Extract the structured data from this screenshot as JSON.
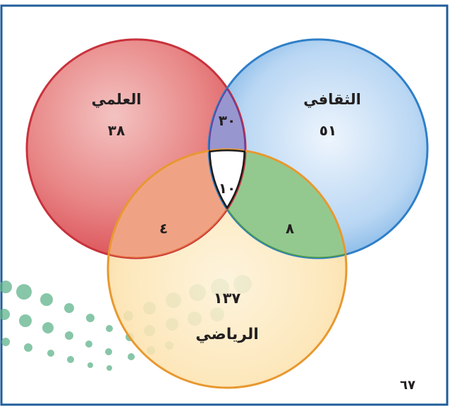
{
  "diagram": {
    "circles": [
      {
        "id": "scientific",
        "label": "العلمي",
        "only_value": "٣٨",
        "color": "#d9454d"
      },
      {
        "id": "cultural",
        "label": "الثقافي",
        "only_value": "٥١",
        "color": "#3f8fd6"
      },
      {
        "id": "math",
        "label": "الرياضي",
        "only_value": "١٣٧",
        "color": "#f3a63a"
      }
    ],
    "intersections": {
      "scientific_cultural": "٣٠",
      "scientific_math": "٤",
      "cultural_math": "٨",
      "all_three": "١٠"
    },
    "outside_value": "٦٧",
    "frame_color": "#1f5d9b",
    "dots_color": "#2e9a6a"
  }
}
